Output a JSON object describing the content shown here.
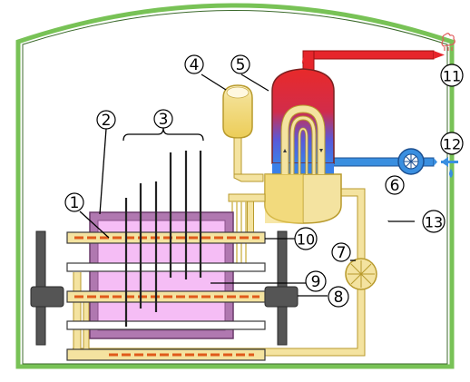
{
  "labels": {
    "1": "1",
    "2": "2",
    "3": "3",
    "4": "4",
    "5": "5",
    "6": "6",
    "7": "7",
    "8": "8",
    "9": "9",
    "10": "10",
    "11": "11",
    "12": "12",
    "13": "13"
  },
  "colors": {
    "containment": "#7cc35a",
    "hot_water": "#e6262c",
    "cold_water": "#3a8fe0",
    "coolant": "#f4e3a0",
    "coolant_outline": "#b89a2c",
    "core": "#f5bdf5",
    "core_border": "#a050a0",
    "absorber": "#555555"
  },
  "icons": {
    "steam": "steam-icon",
    "water_drop": "water-drop-icon",
    "pump": "pump-icon"
  }
}
